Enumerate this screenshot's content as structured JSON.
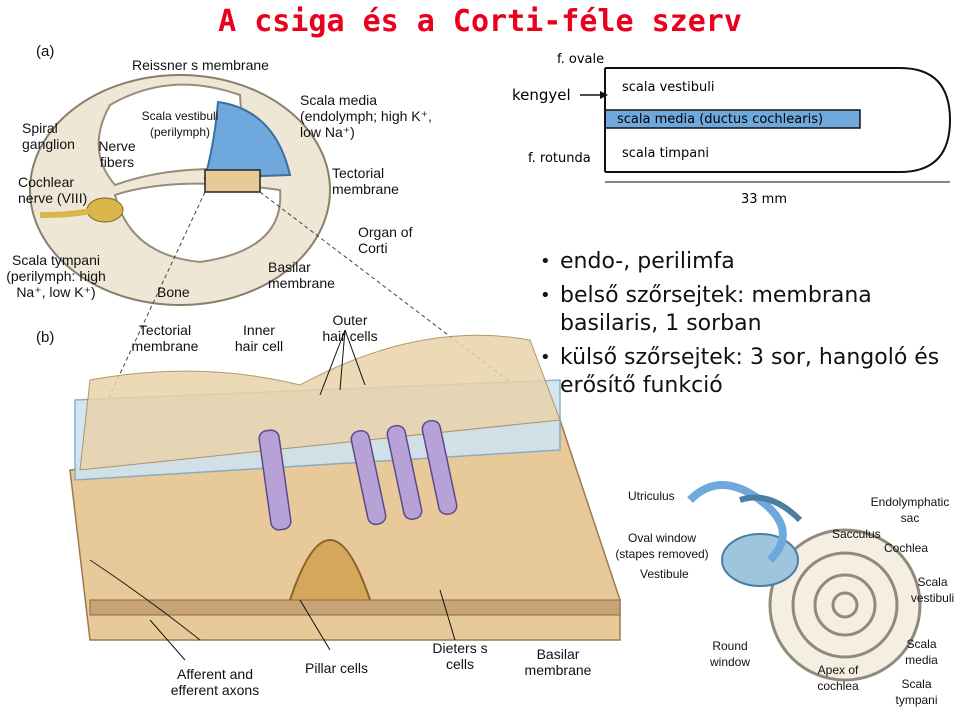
{
  "title": "A csiga és a Corti-féle szerv",
  "panels": {
    "a": "(a)",
    "b": "(b)"
  },
  "labels_a": {
    "reissner": "Reissner s membrane",
    "spiral_ganglion": "Spiral\nganglion",
    "scala_vestibuli": "Scala vestibuli\n(perilymph)",
    "scala_media": "Scala media\n(endolymph; high K⁺,\nlow Na⁺)",
    "nerve_fibers": "Nerve\nfibers",
    "cochlear_nerve": "Cochlear\nnerve (VIII)",
    "tectorial": "Tectorial\nmembrane",
    "organ_corti": "Organ of\nCorti",
    "scala_tympani": "Scala tympani\n(perilymph: high\nNa⁺, low K⁺)",
    "basilar": "Basilar\nmembrane",
    "bone": "Bone"
  },
  "labels_b": {
    "tectorial": "Tectorial\nmembrane",
    "inner_hair": "Inner\nhair cell",
    "outer_hair": "Outer\nhair cells",
    "afferent": "Afferent and\nefferent axons",
    "pillar": "Pillar cells",
    "dieters": "Dieters s\ncells",
    "basilar": "Basilar\nmembrane"
  },
  "schematic": {
    "f_ovale": "f. ovale",
    "kengyel": "kengyel",
    "f_rotunda": "f. rotunda",
    "scala_vestibuli": "scala vestibuli",
    "scala_media": "scala media (ductus cochlearis)",
    "scala_timpani": "scala timpani",
    "length": "33 mm"
  },
  "inner_ear": {
    "utriculus": "Utriculus",
    "endolymphatic": "Endolymphatic\nsac",
    "oval_window": "Oval window\n(stapes removed)",
    "sacculus": "Sacculus",
    "cochlea": "Cochlea",
    "vestibule": "Vestibule",
    "scala_vestibuli": "Scala\nvestibuli",
    "round_window": "Round\nwindow",
    "apex": "Apex of\ncochlea",
    "scala_media": "Scala\nmedia",
    "scala_tympani": "Scala\ntympani"
  },
  "bullets": [
    "endo-, perilimfa",
    "belső szőrsejtek: membrana basilaris, 1 sorban",
    "külső szőrsejtek: 3 sor, hangoló és erősítő funkció"
  ],
  "colors": {
    "title": "#e8001c",
    "scala_media_fill": "#6fa8dc",
    "bone": "#f1eadb",
    "tissue": "#e8c99a",
    "hair_cell": "#b7a2d8",
    "tectorial": "#cfe3ef"
  }
}
